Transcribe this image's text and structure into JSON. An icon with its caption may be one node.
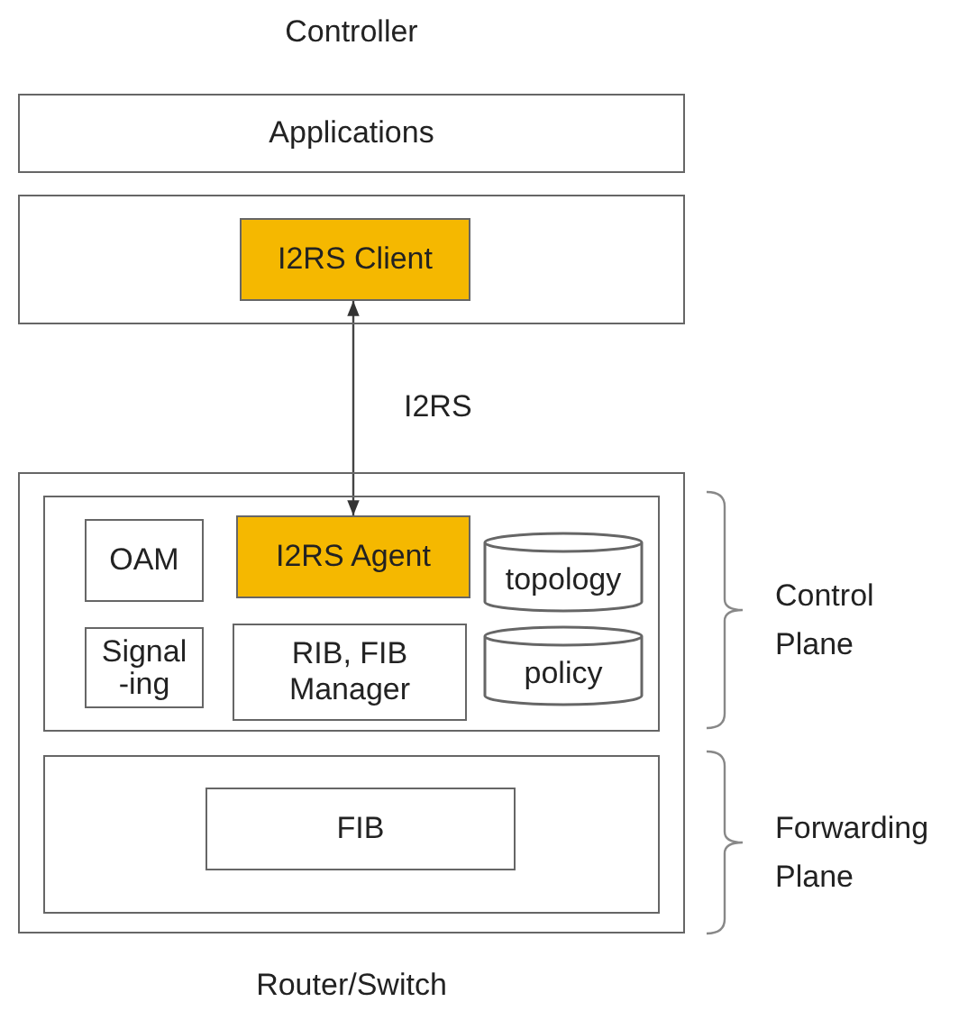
{
  "diagram": {
    "nodes": [
      {
        "text": [
          "Applications"
        ]
      },
      {
        "text": [],
        "shape": "box"
      },
      {
        "text": [
          "I2RS Client"
        ],
        "in": 1
      },
      {
        "text": [
          "Router/Switch"
        ]
      },
      {
        "text": [],
        "shape": "box",
        "in": 3,
        "beside": [
          "Control Plane"
        ]
      },
      {
        "text": [
          "OAM"
        ],
        "in": 4
      },
      {
        "text": [
          "I2RS Agent"
        ],
        "in": 4
      },
      {
        "text": [
          "topology"
        ],
        "in": 4
      },
      {
        "text": [
          "Signal -ing"
        ],
        "in": 4
      },
      {
        "text": [
          "RIB, FIB Manager"
        ],
        "in": 4
      },
      {
        "text": [
          "policy"
        ],
        "in": 4
      },
      {
        "text": [],
        "shape": "box",
        "in": 3,
        "beside": [
          "Forwarding Plane"
        ]
      },
      {
        "text": [
          "FIB"
        ],
        "in": 11
      }
    ],
    "edges": [
      {
        "from": 2,
        "to": 6,
        "arrow": "both",
        "label": "I2RS"
      }
    ],
    "labels": [
      "Controller"
    ]
  }
}
